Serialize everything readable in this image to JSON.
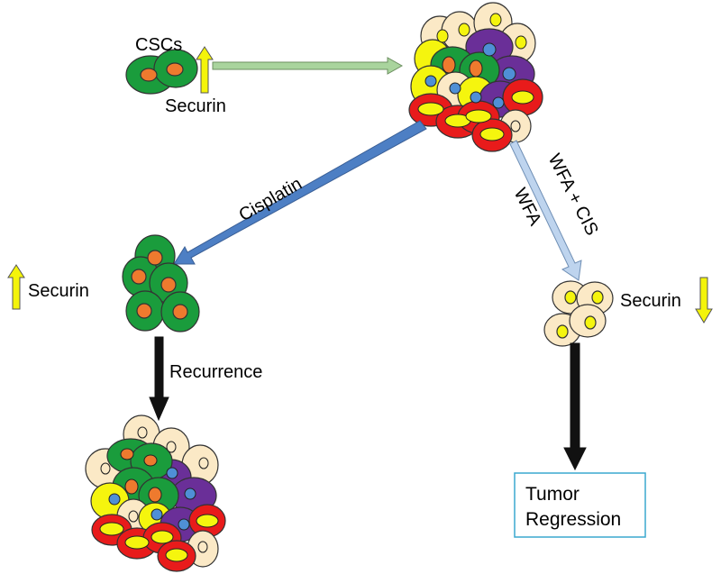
{
  "labels": {
    "cscs": "CSCs",
    "securin_top": "Securin",
    "cisplatin": "Cisplatin",
    "securin_left": "Securin",
    "recurrence": "Recurrence",
    "wfa_cis": "WFA + CIS",
    "wfa": "WFA",
    "securin_right": "Securin",
    "outcome_line1": "Tumor",
    "outcome_line2": "Regression"
  },
  "colors": {
    "csc_green": "#1a9c3c",
    "csc_nucleus": "#ee7a2e",
    "beige_cell": "#fbe9c6",
    "yellow_cell": "#f5f50e",
    "purple_cell": "#6a2f98",
    "red_cell": "#e81b1b",
    "blue_nucleus": "#4f8fd6",
    "arrow_green": "#a9d49d",
    "arrow_blue_dark": "#4d7fc4",
    "arrow_blue_light": "#bed4ee",
    "securin_arrow": "#f4f40a",
    "outcome_border": "#3aa8cf"
  }
}
